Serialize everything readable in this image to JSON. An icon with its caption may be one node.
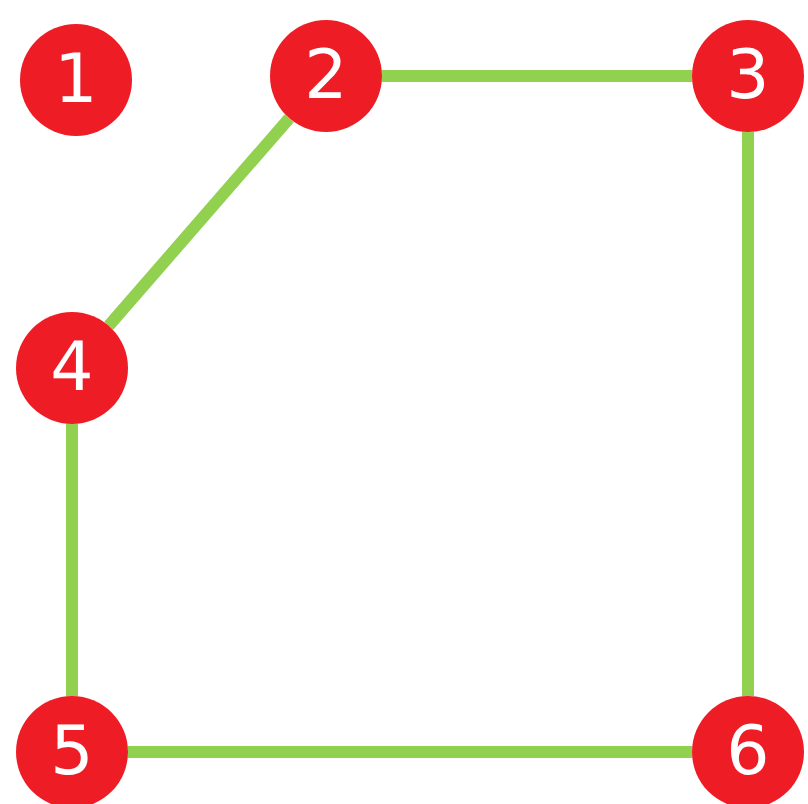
{
  "diagram": {
    "nodes": [
      {
        "text": [
          "1"
        ]
      },
      {
        "text": [
          "2"
        ]
      },
      {
        "text": [
          "3"
        ]
      },
      {
        "text": [
          "4"
        ]
      },
      {
        "text": [
          "5"
        ]
      },
      {
        "text": [
          "6"
        ]
      }
    ],
    "edges": [
      {
        "from": 1,
        "to": 2,
        "arrow": "none"
      },
      {
        "from": 1,
        "to": 3,
        "arrow": "none"
      },
      {
        "from": 2,
        "to": 5,
        "arrow": "none"
      },
      {
        "from": 3,
        "to": 4,
        "arrow": "none"
      },
      {
        "from": 4,
        "to": 5,
        "arrow": "none"
      }
    ]
  }
}
